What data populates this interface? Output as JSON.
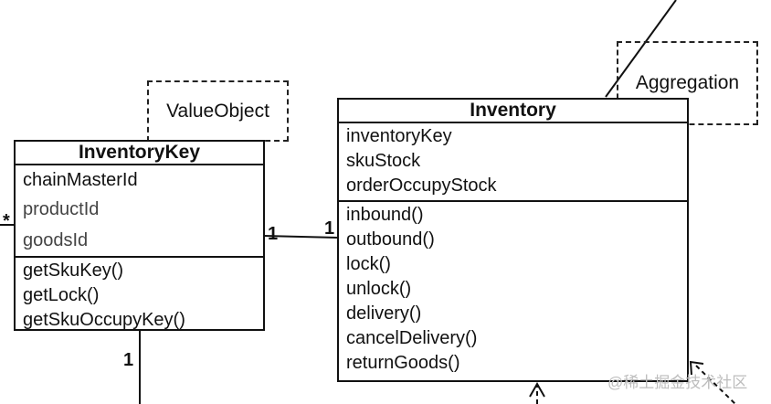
{
  "classes": {
    "inventory_key": {
      "name": "InventoryKey",
      "attributes": [
        "chainMasterId",
        "productId",
        "goodsId"
      ],
      "operations": [
        "getSkuKey()",
        "getLock()",
        "getSkuOccupyKey()"
      ]
    },
    "inventory": {
      "name": "Inventory",
      "attributes": [
        "inventoryKey",
        "skuStock",
        "orderOccupyStock"
      ],
      "operations": [
        "inbound()",
        "outbound()",
        "lock()",
        "unlock()",
        "delivery()",
        "cancelDelivery()",
        "returnGoods()"
      ]
    }
  },
  "stereotypes": {
    "value_object": "ValueObject",
    "aggregation": "Aggregation"
  },
  "multiplicities": {
    "left_star": "*",
    "key_to_inventory": "1",
    "inventory_to_key": "1",
    "key_bottom": "1"
  },
  "watermark": "@稀土掘金技术社区"
}
